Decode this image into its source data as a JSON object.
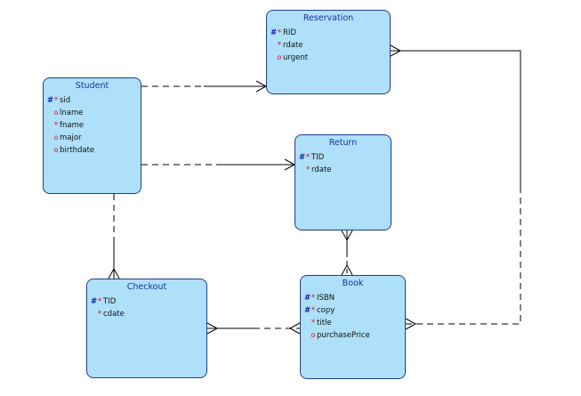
{
  "entities": {
    "reservation": {
      "name": "Reservation",
      "attrs": [
        {
          "pk": "#",
          "mark": "*",
          "name": "RID"
        },
        {
          "pk": "",
          "mark": "*",
          "name": "rdate"
        },
        {
          "pk": "",
          "mark": "o",
          "name": "urgent"
        }
      ]
    },
    "student": {
      "name": "Student",
      "attrs": [
        {
          "pk": "#",
          "mark": "*",
          "name": "sid"
        },
        {
          "pk": "",
          "mark": "o",
          "name": "lname"
        },
        {
          "pk": "",
          "mark": "*",
          "name": "fname"
        },
        {
          "pk": "",
          "mark": "o",
          "name": "major"
        },
        {
          "pk": "",
          "mark": "o",
          "name": "birthdate"
        }
      ]
    },
    "return": {
      "name": "Return",
      "attrs": [
        {
          "pk": "#",
          "mark": "*",
          "name": "TID"
        },
        {
          "pk": "",
          "mark": "*",
          "name": "rdate"
        }
      ]
    },
    "checkout": {
      "name": "Checkout",
      "attrs": [
        {
          "pk": "#",
          "mark": "*",
          "name": "TID"
        },
        {
          "pk": "",
          "mark": "*",
          "name": "cdate"
        }
      ]
    },
    "book": {
      "name": "Book",
      "attrs": [
        {
          "pk": "#",
          "mark": "*",
          "name": "ISBN"
        },
        {
          "pk": "#",
          "mark": "*",
          "name": "copy"
        },
        {
          "pk": "",
          "mark": "*",
          "name": "title"
        },
        {
          "pk": "",
          "mark": "o",
          "name": "purchasePrice"
        }
      ]
    }
  },
  "colors": {
    "entity_fill": "#aee0fa",
    "entity_border": "#1f3c8f",
    "title": "#1c2fa0",
    "pk_hash": "#0e1ea8",
    "mandatory_mark": "#d0101f",
    "line": "#000000"
  }
}
